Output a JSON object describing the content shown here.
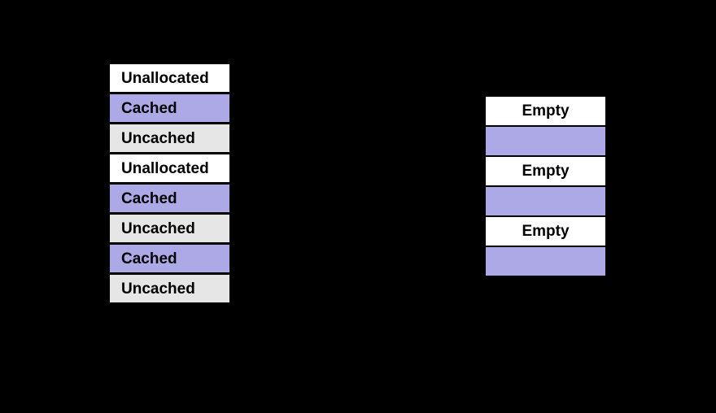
{
  "background_color": "#000000",
  "colors": {
    "unallocated": "#FFFFFF",
    "cached": "#ADA9E6",
    "uncached": "#E7E6E6",
    "empty": "#FFFFFF",
    "label_text": "#000000"
  },
  "left_stack": {
    "items": [
      {
        "label": "Unallocated",
        "type": "unallocated"
      },
      {
        "label": "Cached",
        "type": "cached"
      },
      {
        "label": "Uncached",
        "type": "uncached"
      },
      {
        "label": "Unallocated",
        "type": "unallocated"
      },
      {
        "label": "Cached",
        "type": "cached"
      },
      {
        "label": "Uncached",
        "type": "uncached"
      },
      {
        "label": "Cached",
        "type": "cached"
      },
      {
        "label": "Uncached",
        "type": "uncached"
      }
    ]
  },
  "right_stack": {
    "items": [
      {
        "label": "Empty",
        "type": "empty"
      },
      {
        "label": "",
        "type": "cached"
      },
      {
        "label": "Empty",
        "type": "empty"
      },
      {
        "label": "",
        "type": "cached"
      },
      {
        "label": "Empty",
        "type": "empty"
      },
      {
        "label": "",
        "type": "cached"
      }
    ]
  }
}
